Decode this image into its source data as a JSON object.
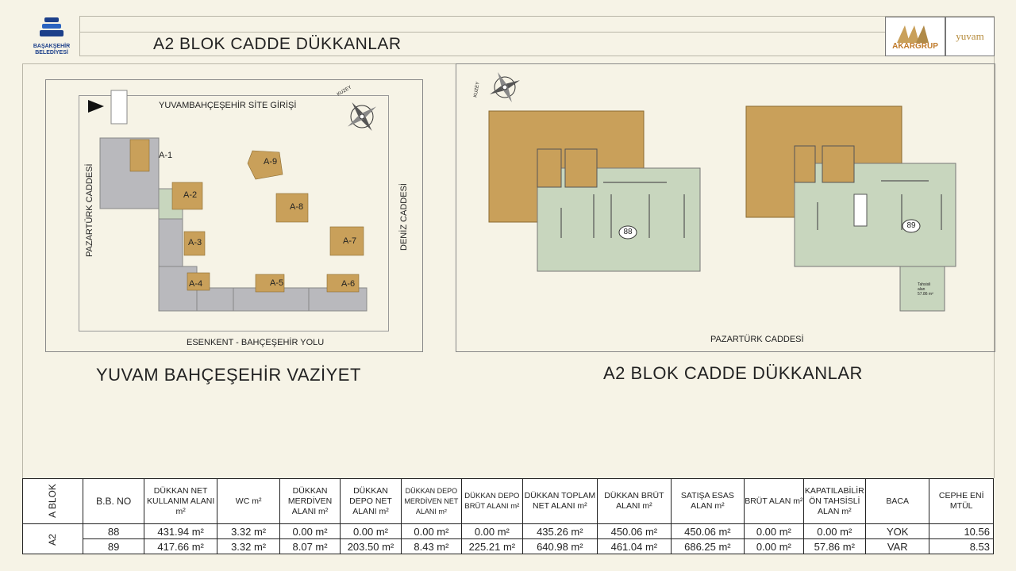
{
  "header": {
    "title": "A2 BLOK  CADDE DÜKKANLAR",
    "municipality_logo": "BAŞAKŞEHİR BELEDİYESİ",
    "brand_logo_1": "AKARGRUP",
    "brand_logo_2": "yuvam"
  },
  "site_plan": {
    "entrance": "YUVAMBAHÇEŞEHİR SİTE GİRİŞİ",
    "compass": "KUZEY",
    "left_street": "PAZARTÜRK CADDESİ",
    "right_street": "DENİZ CADDESİ",
    "bottom_road": "ESENKENT - BAHÇEŞEHİR YOLU",
    "blocks": [
      "A-1",
      "A-2",
      "A-3",
      "A-4",
      "A-5",
      "A-6",
      "A-7",
      "A-8",
      "A-9"
    ],
    "caption": "YUVAM BAHÇEŞEHİR VAZİYET"
  },
  "floor_plan": {
    "compass": "KUZEY",
    "unit_88": "88",
    "unit_89": "89",
    "tahsisli_1": "Tahsisli",
    "tahsisli_2": "alan",
    "tahsisli_3": "57.86 m²",
    "street": "PAZARTÜRK CADDESİ",
    "caption": "A2 BLOK CADDE DÜKKANLAR"
  },
  "table": {
    "block_header": "A BLOK",
    "columns": [
      "B.B. NO",
      "DÜKKAN NET KULLANIM ALANI m²",
      "WC m²",
      "DÜKKAN MERDİVEN ALANI m²",
      "DÜKKAN DEPO NET ALANI m²",
      "DÜKKAN DEPO MERDİVEN NET ALANI m²",
      "DÜKKAN DEPO BRÜT ALANI m²",
      "DÜKKAN TOPLAM NET ALANI m²",
      "DÜKKAN BRÜT ALANI m²",
      "SATIŞA ESAS ALAN m²",
      "BRÜT ALAN m²",
      "KAPATILABİLİR ÖN TAHSİSLİ ALAN m²",
      "BACA",
      "CEPHE ENİ MTÜL"
    ],
    "block_label": "A2",
    "rows": [
      [
        "88",
        "431.94 m²",
        "3.32 m²",
        "0.00 m²",
        "0.00 m²",
        "0.00 m²",
        "0.00 m²",
        "435.26 m²",
        "450.06 m²",
        "450.06 m²",
        "0.00 m²",
        "0.00 m²",
        "YOK",
        "10.56"
      ],
      [
        "89",
        "417.66 m²",
        "3.32 m²",
        "8.07 m²",
        "203.50 m²",
        "8.43 m²",
        "225.21 m²",
        "640.98 m²",
        "461.04 m²",
        "686.25 m²",
        "0.00 m²",
        "57.86 m²",
        "VAR",
        "8.53"
      ]
    ]
  },
  "colors": {
    "building": "#c9a05a",
    "shop": "#c8d6be",
    "road_block": "#b9b9bd",
    "background": "#f6f3e6"
  }
}
